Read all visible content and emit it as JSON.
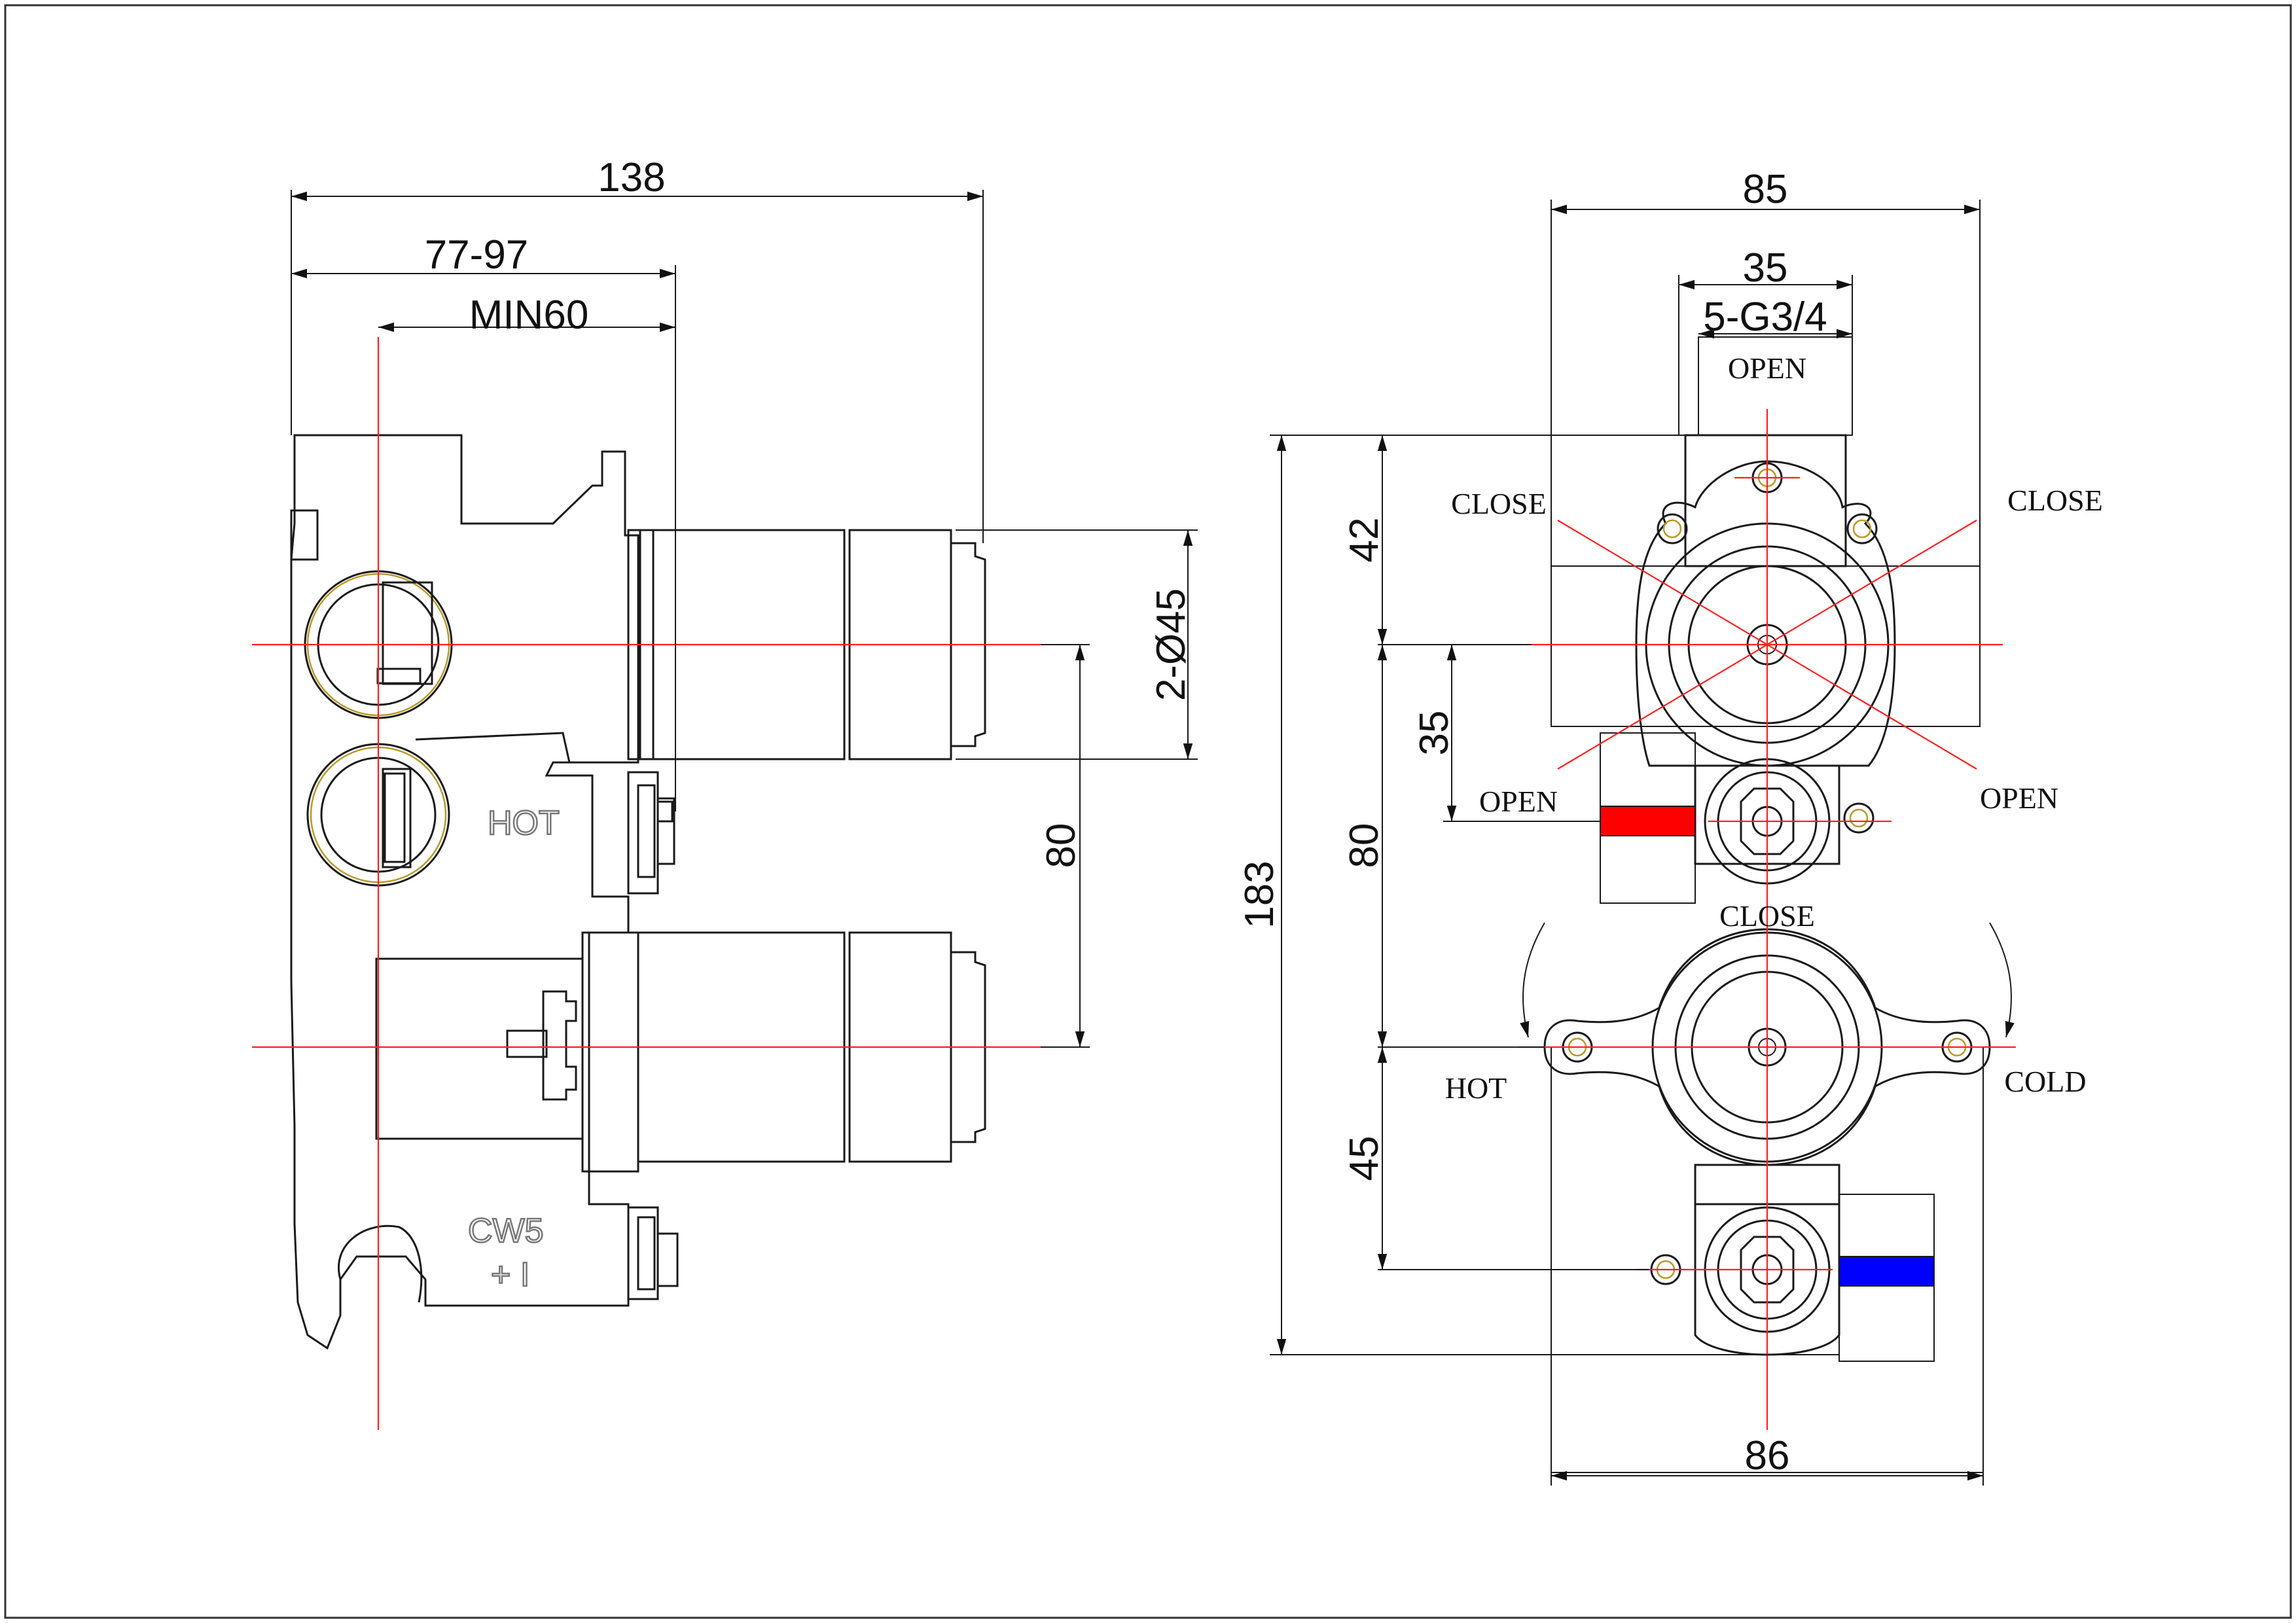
{
  "dimensions": {
    "overall_depth": "138",
    "wall_range": "77-97",
    "min_depth": "MIN60",
    "spindle_dia": "2-Ø45",
    "spindle_spacing_side": "80",
    "width_top": "85",
    "inner_width": "35",
    "thread": "5-G3/4",
    "top_to_center": "42",
    "center_to_inlet": "35",
    "spacing_front": "80",
    "lower_offset": "45",
    "overall_height": "183",
    "width_bottom": "86"
  },
  "labels": {
    "open_top": "OPEN",
    "close_left": "CLOSE",
    "close_right": "CLOSE",
    "open_left": "OPEN",
    "open_right": "OPEN",
    "close_mid": "CLOSE",
    "hot": "HOT",
    "cold": "COLD"
  },
  "embossed": {
    "hot": "HOT",
    "cw": "CW5",
    "sign": "+ I"
  },
  "colors": {
    "hot_indicator": "#ff0000",
    "cold_indicator": "#0000ff",
    "centerline": "#ff2020"
  }
}
